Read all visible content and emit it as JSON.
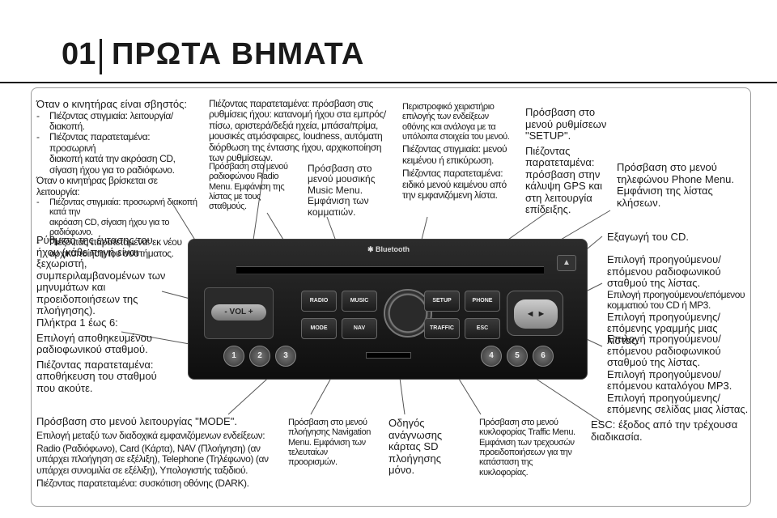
{
  "header": {
    "number": "01",
    "title": "ΠΡΩΤΑ ΒΗΜΑΤΑ"
  },
  "radio": {
    "bluetooth": "✱ Bluetooth",
    "vol": "VOL",
    "vol_minus": "-",
    "vol_plus": "+",
    "buttons": {
      "radio": "RADIO",
      "music": "MUSIC",
      "setup": "SETUP",
      "phone": "PHONE",
      "mode": "MODE",
      "nav": "NAV",
      "traffic": "TRAFFIC",
      "esc": "ESC"
    },
    "presets": [
      "1",
      "2",
      "3",
      "4",
      "5",
      "6"
    ],
    "eject_glyph": "▲",
    "arrows_glyph": "◄ ►"
  },
  "callouts": {
    "engine": {
      "line1": "Όταν ο κινητήρας είναι σβηστός:",
      "b1": "Πιέζοντας στιγμιαία: λειτουργία/διακοπή.",
      "b2a": "Πιέζοντας παρατεταμένα: προσωρινή",
      "b2b": "διακοπή κατά την ακρόαση CD,",
      "b2c": "σίγαση ήχου για το ραδιόφωνο.",
      "line2": "Όταν ο κινητήρας βρίσκεται σε λειτουργία:",
      "b3a": "Πιέζοντας στιγμιαία: προσωρινή διακοπή κατά την",
      "b3b": "ακρόαση CD, σίγαση ήχου για το ραδιόφωνο.",
      "b4a": "Πιέζοντας παρατεταμένα: εκ νέου",
      "b4b": "αρχικοποίηση του συστήματος.",
      "dash": "-"
    },
    "audio_settings": "Πιέζοντας παρατεταμένα: πρόσβαση στις ρυθμίσεις ήχου: κατανομή ήχου στα εμπρός/πίσω, αριστερά/δεξιά ηχεία, μπάσα/πρίμα, μουσικές ατμόσφαιρες, loudness, αυτόματη διόρθωση της έντασης ήχου, αρχικοποίηση των ρυθμίσεων.",
    "radio_menu": "Πρόσβαση στο μενού ραδιοφώνου Radio Menu. Εμφάνιση της λίστας με τους σταθμούς.",
    "music_menu": "Πρόσβαση στο μενού μουσικής Music Menu. Εμφάνιση των κομματιών.",
    "selector": "Περιστροφικό χειριστήριο επιλογής των ενδείξεων οθόνης και ανάλογα με τα υπόλοιπα στοιχεία του μενού.",
    "selector_short": "Πιέζοντας στιγμιαία: μενού κειμένου ή επικύρωση.",
    "selector_long": "Πιέζοντας παρατεταμένα: ειδικό μενού κειμένου από την εμφανιζόμενη λίστα.",
    "setup_menu": "Πρόσβαση στο μενού ρυθμίσεων \"SETUP\".",
    "setup_long": "Πιέζοντας παρατεταμένα: πρόσβαση στην κάλυψη GPS και στη λειτουργία επίδειξης.",
    "phone_menu": "Πρόσβαση στο μενού τηλεφώνου Phone Menu. Εμφάνιση της λίστας κλήσεων.",
    "volume": "Ρύθμιση της έντασης του ήχου (κάθε πηγή είναι ξεχωριστή, συμπεριλαμβανομένων των μηνυμάτων και προειδοποιήσεων της πλοήγησης).",
    "presets_a": "Πλήκτρα 1 έως 6:",
    "presets_b": "Επιλογή αποθηκευμένου ραδιοφωνικού σταθμού.",
    "presets_c": "Πιέζοντας παρατεταμένα: αποθήκευση του σταθμού που ακούτε.",
    "eject": "Εξαγωγή του CD.",
    "prev_next_a": "Επιλογή προηγούμενου/επόμενου ραδιοφωνικού σταθμού της λίστας.",
    "prev_next_b": "Επιλογή προηγούμενου/επόμενου κομματιού του CD ή MP3.",
    "prev_next_c": "Επιλογή προηγούμενης/επόμενης γραμμής μιας λίστας.",
    "down_up_a": "Επιλογή προηγούμενου/επόμενου ραδιοφωνικού σταθμού της λίστας.",
    "down_up_b": "Επιλογή προηγούμενου/επόμενου καταλόγου MP3.",
    "down_up_c": "Επιλογή προηγούμενης/επόμενης σελίδας μιας λίστας.",
    "mode_a": "Πρόσβαση στο μενού λειτουργίας \"MODE\".",
    "mode_b": "Επιλογή μεταξύ των διαδοχικά εμφανιζόμενων ενδείξεων:",
    "mode_c": "Radio (Ραδιόφωνο), Card (Κάρτα), NAV (Πλοήγηση) (αν υπάρχει πλοήγηση σε εξέλιξη), Telephone (Τηλέφωνο) (αν υπάρχει συνομιλία σε εξέλιξη), Υπολογιστής ταξιδιού.",
    "mode_d": "Πιέζοντας παρατεταμένα: συσκότιση οθόνης (DARK).",
    "nav_menu": "Πρόσβαση στο μενού πλοήγησης Navigation Menu. Εμφάνιση των τελευταίων προορισμών.",
    "sd_reader": "Οδηγός ανάγνωσης κάρτας SD πλοήγησης μόνο.",
    "traffic_menu": "Πρόσβαση στο μενού κυκλοφορίας Traffic Menu. Εμφάνιση των τρεχουσών προειδοποιήσεων για την κατάσταση της κυκλοφορίας.",
    "esc": "ESC: έξοδος από την τρέχουσα διαδικασία."
  }
}
